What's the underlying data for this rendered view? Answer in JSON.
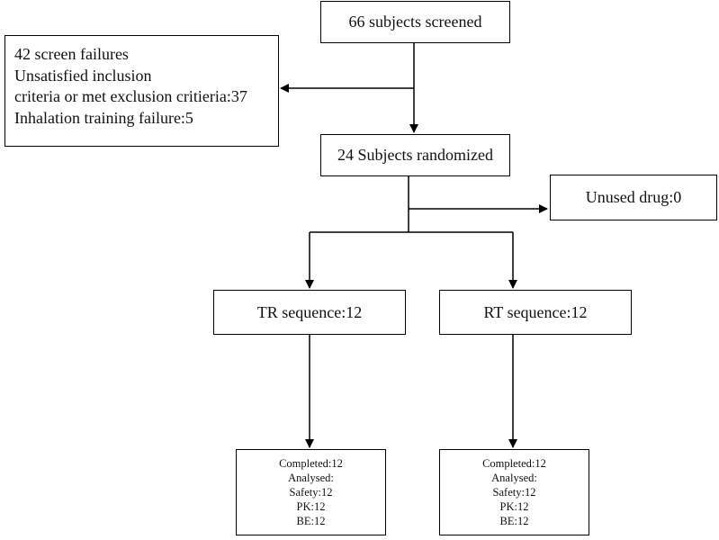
{
  "screened": "66 subjects screened",
  "failures": {
    "lines": [
      "42 screen failures",
      "Unsatisfied inclusion",
      "criteria or met exclusion  critieria:37",
      "Inhalation training failure:5"
    ]
  },
  "randomized": "24 Subjects randomized",
  "unused": "Unused drug:0",
  "tr_sequence": "TR sequence:12",
  "rt_sequence": "RT sequence:12",
  "tr_results": [
    "Completed:12",
    "Analysed:",
    "Safety:12",
    "PK:12",
    "BE:12"
  ],
  "rt_results": [
    "Completed:12",
    "Analysed:",
    "Safety:12",
    "PK:12",
    "BE:12"
  ]
}
